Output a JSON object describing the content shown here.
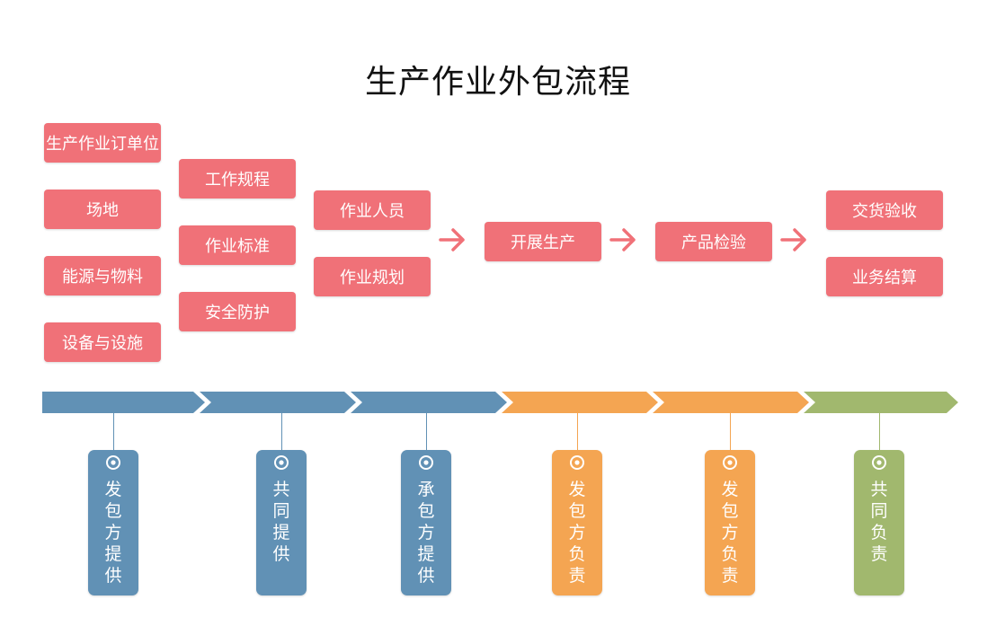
{
  "title": "生产作业外包流程",
  "colors": {
    "box": "#f07178",
    "blue": "#6191b5",
    "orange": "#f4a552",
    "green": "#a1b86e"
  },
  "col1": [
    "生产作业订单位",
    "场地",
    "能源与物料",
    "设备与设施"
  ],
  "col2": [
    "工作规程",
    "作业标准",
    "安全防护"
  ],
  "col3": [
    "作业人员",
    "作业规划"
  ],
  "col4": [
    "开展生产"
  ],
  "col5": [
    "产品检验"
  ],
  "col6": [
    "交货验收",
    "业务结算"
  ],
  "timeline": {
    "segments": [
      "blue",
      "blue",
      "blue",
      "orange",
      "orange",
      "green"
    ]
  },
  "tags": [
    {
      "text": "发包方提供",
      "color": "blue"
    },
    {
      "text": "共同提供",
      "color": "blue"
    },
    {
      "text": "承包方提供",
      "color": "blue"
    },
    {
      "text": "发包方负责",
      "color": "orange"
    },
    {
      "text": "发包方负责",
      "color": "orange"
    },
    {
      "text": "共同负责",
      "color": "green"
    }
  ]
}
